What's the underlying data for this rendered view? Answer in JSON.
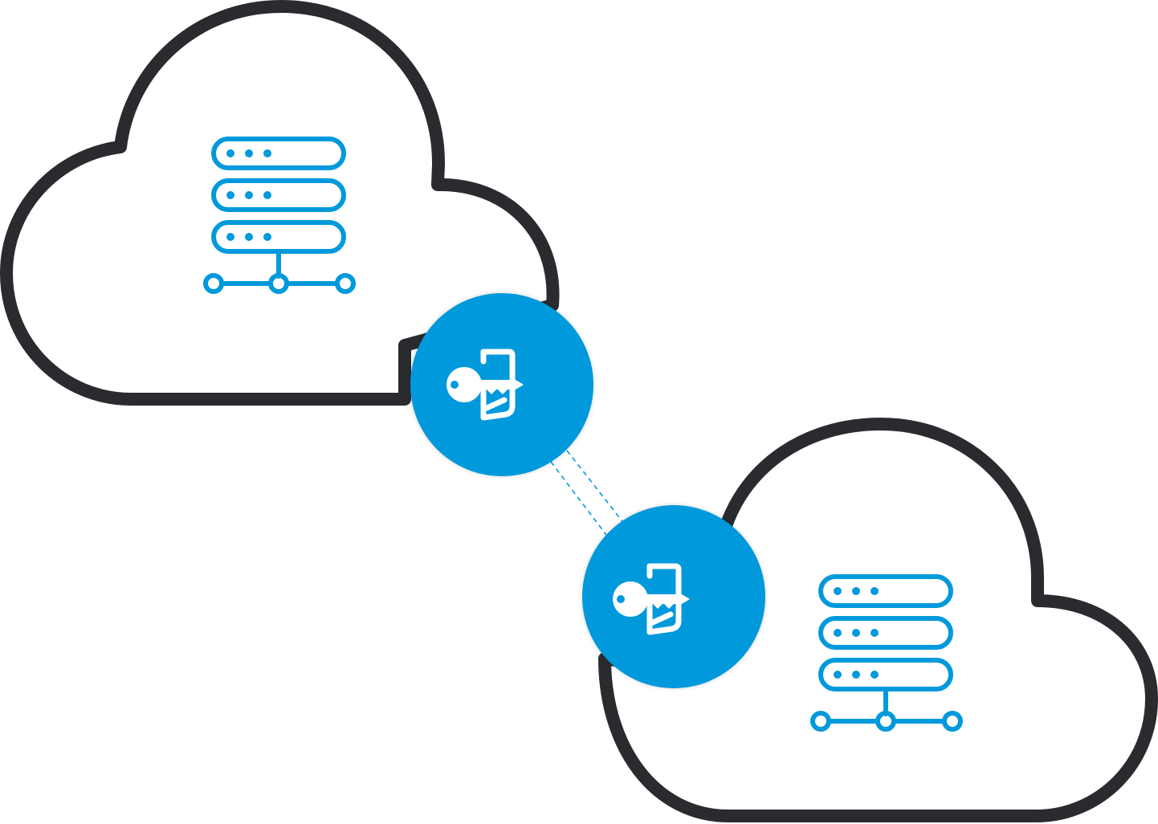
{
  "colors": {
    "outline": "#2a2b2f",
    "accent": "#0099db",
    "background": "#ffffff",
    "glyph": "#ffffff"
  },
  "nodes": [
    {
      "id": "cloud-left",
      "icon": "server-rack-network-icon"
    },
    {
      "id": "cloud-right",
      "icon": "server-rack-network-icon"
    }
  ],
  "badges": [
    {
      "id": "badge-left",
      "icon": "key-certificate-icon"
    },
    {
      "id": "badge-right",
      "icon": "key-certificate-icon"
    }
  ],
  "connection": {
    "from": "badge-left",
    "to": "badge-right",
    "style": "dashed-double"
  }
}
